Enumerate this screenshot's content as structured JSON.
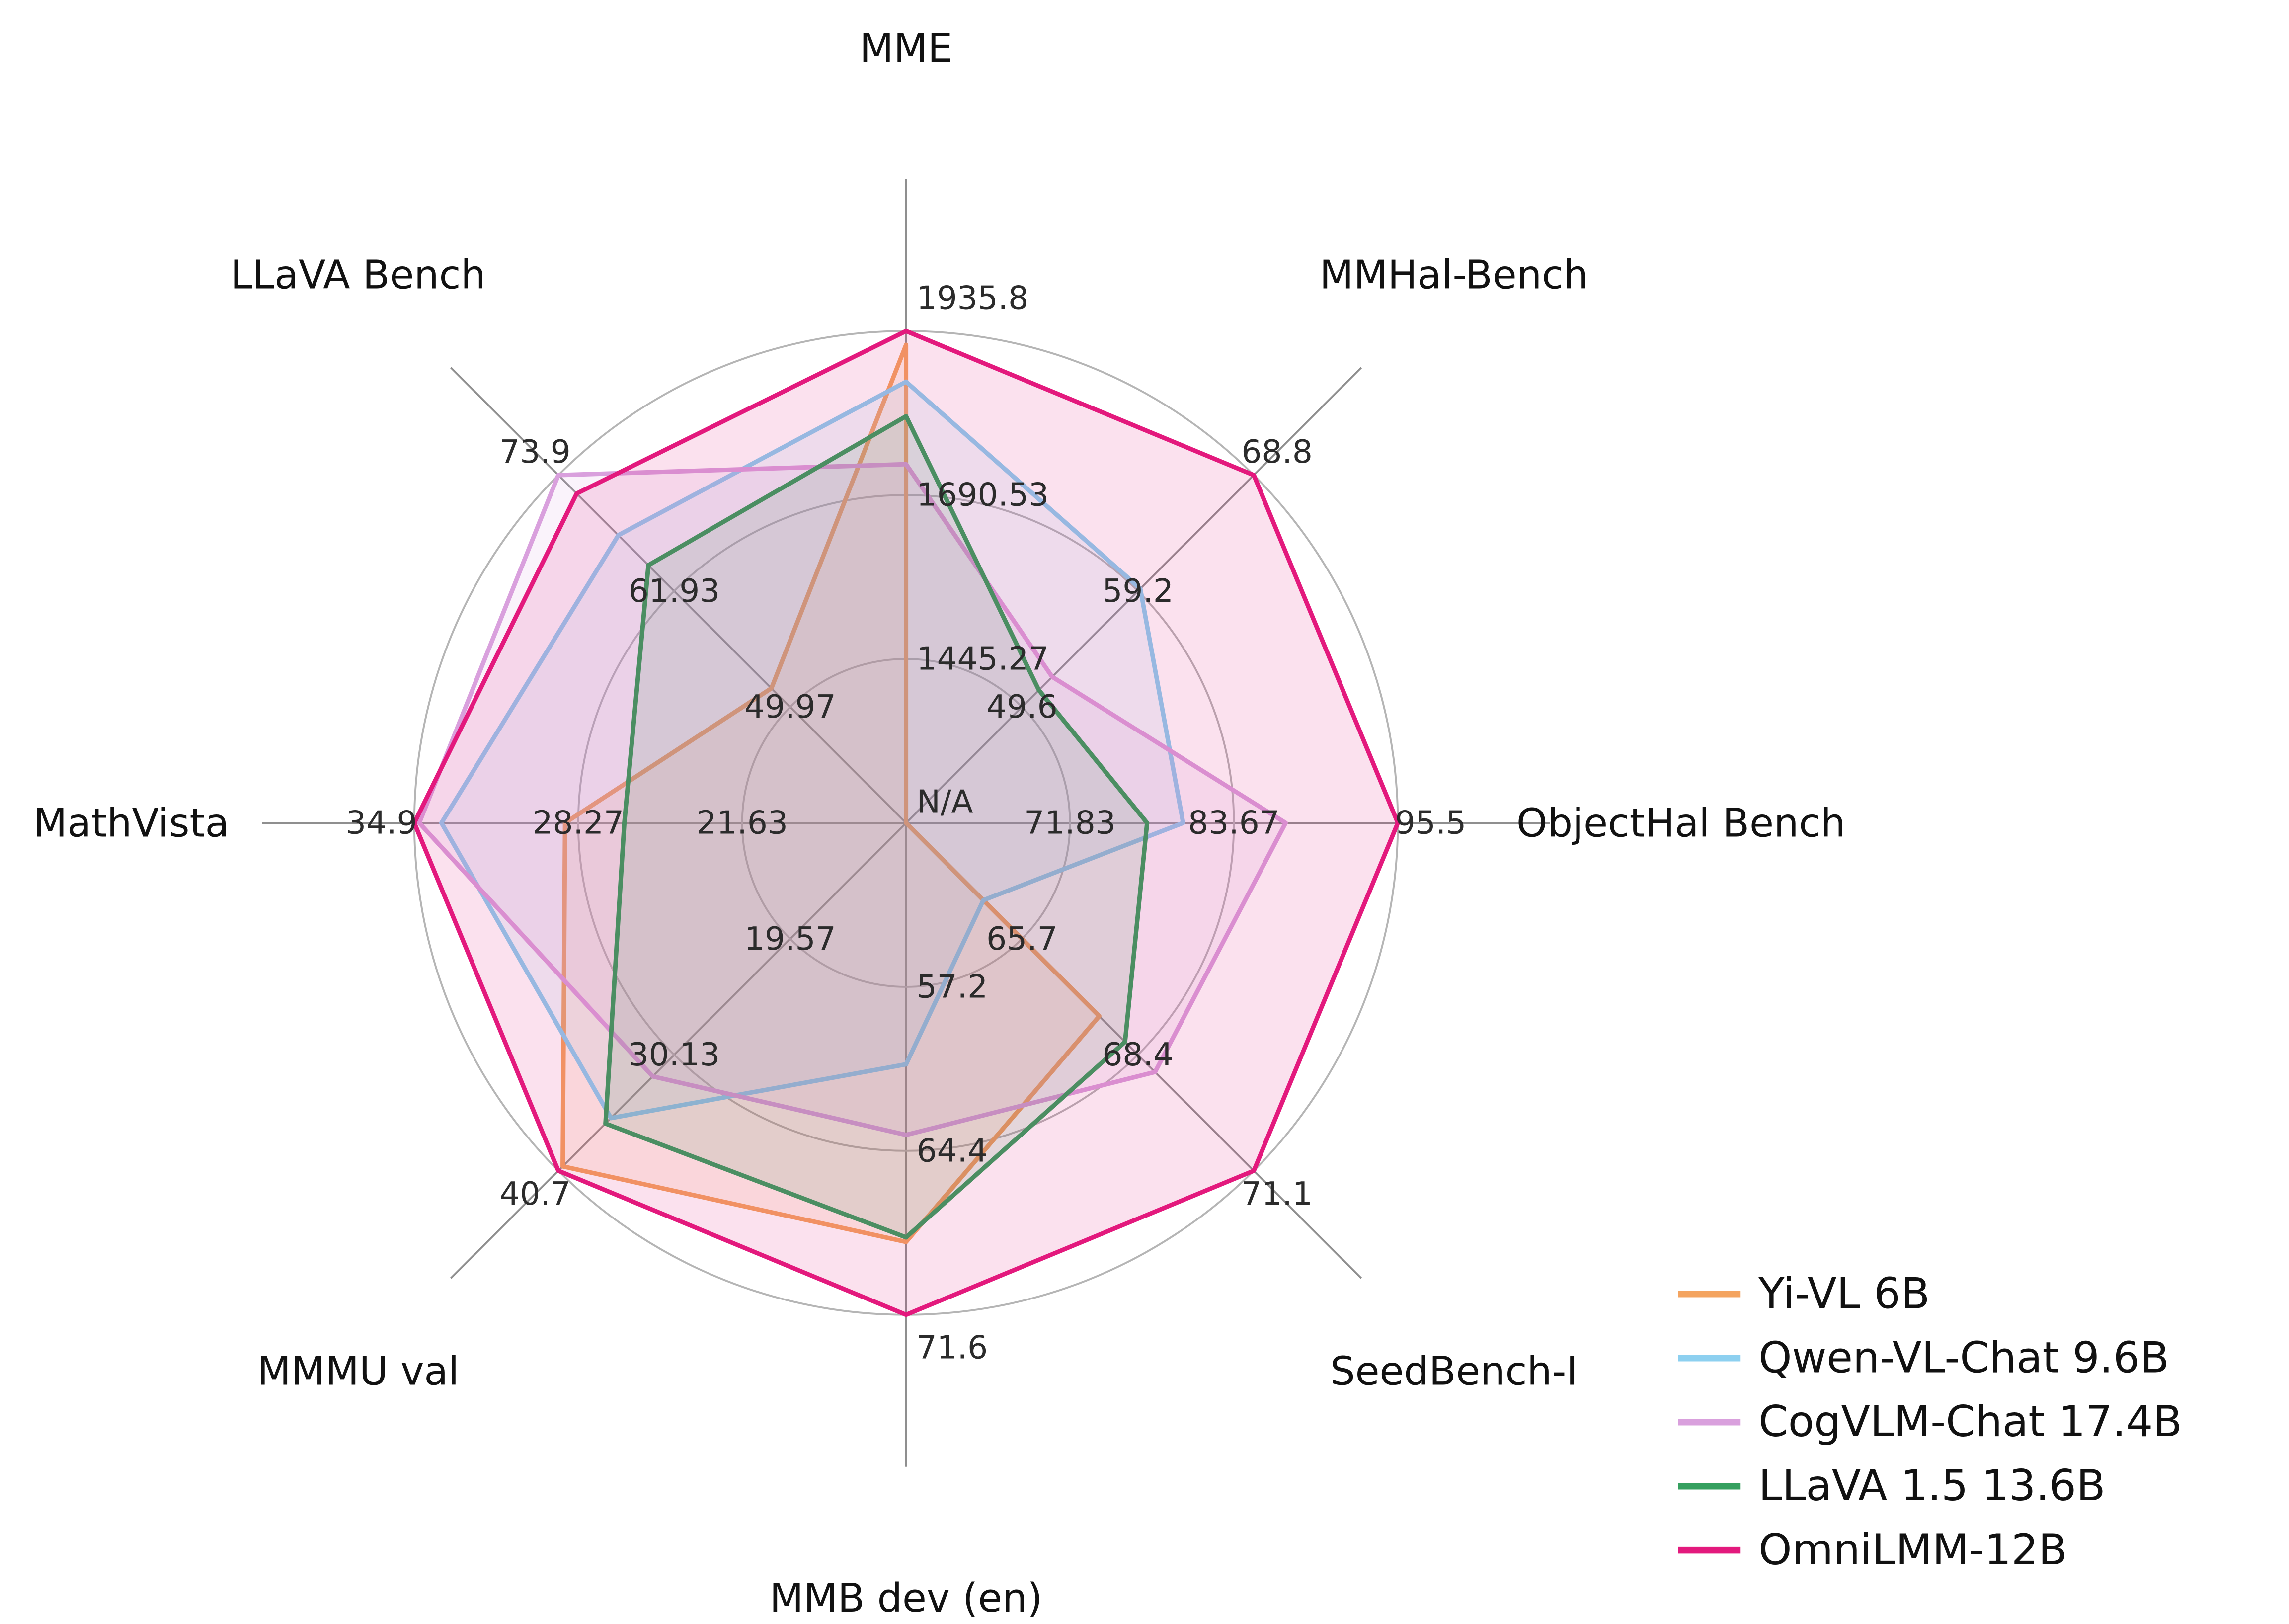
{
  "chart_data": {
    "type": "radar",
    "title": "",
    "center_label": "N/A",
    "grid": true,
    "grid_rings": 3,
    "legend_position": "lower right",
    "style": {
      "background": "#ffffff",
      "grid_color": "#b5b5b5",
      "spoke_color": "#8f8f8f",
      "title_color": "#111111",
      "tick_color": "#2b2b2b"
    },
    "axes": [
      {
        "label": "MME",
        "angle_deg": 90,
        "min": 1200,
        "max": 1935.8,
        "tick_labels": [
          "1445.27",
          "1690.53",
          "1935.8"
        ]
      },
      {
        "label": "MMHal-Bench",
        "angle_deg": 45,
        "min": 40,
        "max": 68.8,
        "tick_labels": [
          "49.6",
          "59.2",
          "68.8"
        ]
      },
      {
        "label": "ObjectHal Bench",
        "angle_deg": 0,
        "min": 60,
        "max": 95.5,
        "tick_labels": [
          "71.83",
          "83.67",
          "95.5"
        ]
      },
      {
        "label": "SeedBench-I",
        "angle_deg": -45,
        "min": 63,
        "max": 71.1,
        "tick_labels": [
          "65.7",
          "68.4",
          "71.1"
        ]
      },
      {
        "label": "MMB dev (en)",
        "angle_deg": -90,
        "min": 50,
        "max": 71.6,
        "tick_labels": [
          "57.2",
          "64.4",
          "71.6"
        ]
      },
      {
        "label": "MMMU val",
        "angle_deg": -135,
        "min": 9,
        "max": 40.7,
        "tick_labels": [
          "19.57",
          "30.13",
          "40.7"
        ]
      },
      {
        "label": "MathVista",
        "angle_deg": 180,
        "min": 15,
        "max": 34.9,
        "tick_labels": [
          "21.63",
          "28.27",
          "34.9"
        ]
      },
      {
        "label": "LLaVA Bench",
        "angle_deg": 135,
        "min": 38,
        "max": 73.9,
        "tick_labels": [
          "49.97",
          "61.93",
          "73.9"
        ]
      }
    ],
    "series": [
      {
        "name": "Yi-VL 6B",
        "color": "#F4A460",
        "values": [
          1915.1,
          null,
          null,
          67.5,
          68.4,
          40.3,
          28.8,
          51.9
        ]
      },
      {
        "name": "Qwen-VL-Chat 9.6B",
        "color": "#8DD0F0",
        "values": [
          1860.0,
          59.4,
          80.0,
          64.8,
          60.6,
          35.9,
          33.8,
          67.7
        ]
      },
      {
        "name": "CogVLM-Chat 17.4B",
        "color": "#D9A0DD",
        "values": [
          1736.6,
          52.1,
          87.4,
          68.8,
          63.7,
          32.1,
          34.7,
          73.9
        ]
      },
      {
        "name": "LLaVA 1.5 13.6B",
        "color": "#35A05F",
        "values": [
          1808.4,
          51.0,
          77.4,
          68.1,
          68.2,
          36.4,
          26.4,
          64.6
        ]
      },
      {
        "name": "OmniLMM-12B",
        "color": "#E3197D",
        "values": [
          1935.8,
          68.8,
          95.5,
          71.1,
          71.6,
          40.7,
          34.9,
          72.0
        ]
      }
    ]
  }
}
